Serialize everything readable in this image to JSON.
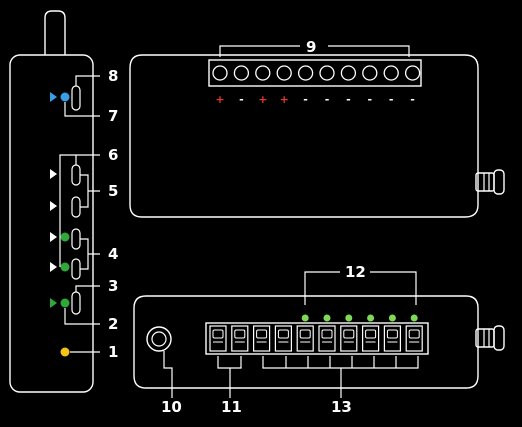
{
  "callouts": {
    "c1": "1",
    "c2": "2",
    "c3": "3",
    "c4": "4",
    "c5": "5",
    "c6": "6",
    "c7": "7",
    "c8": "8",
    "c9": "9",
    "c10": "10",
    "c11": "11",
    "c12": "12",
    "c13": "13"
  },
  "terminal_polarity": [
    "+",
    "-",
    "+",
    "+",
    "-",
    "-",
    "-",
    "-",
    "-",
    "-"
  ],
  "colors": {
    "background": "#000000",
    "outline": "#ffffff",
    "blue_led": "#3a9ee6",
    "green_led": "#2fa83a",
    "yellow_led": "#f0c419",
    "positive": "#e03a2a",
    "negative": "#ffffff",
    "indicator_led": "#7ed957"
  }
}
